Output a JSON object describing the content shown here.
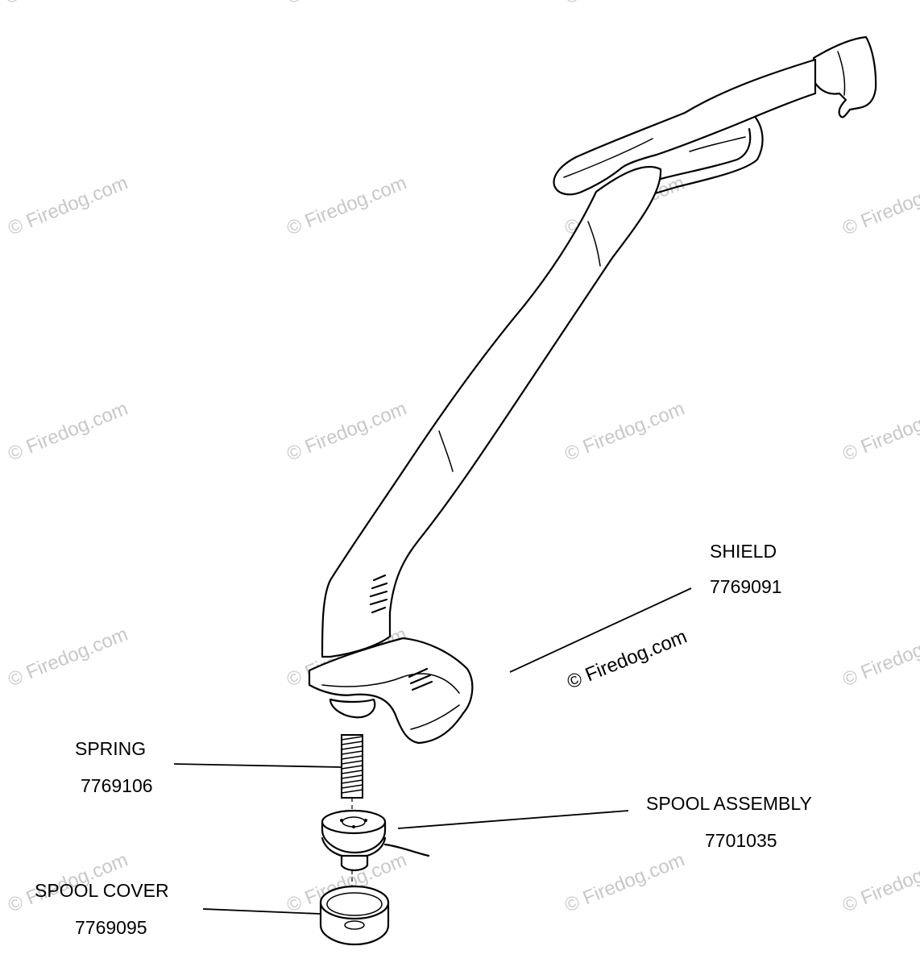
{
  "watermark": {
    "text": "© Firedog.com",
    "color": "#c8c8c8"
  },
  "main_watermark": {
    "text": "© Firedog.com"
  },
  "parts": [
    {
      "id": "shield",
      "name": "SHIELD",
      "number": "7769091"
    },
    {
      "id": "spring",
      "name": "SPRING",
      "number": "7769106"
    },
    {
      "id": "spool-assembly",
      "name": "SPOOL ASSEMBLY",
      "number": "7701035"
    },
    {
      "id": "spool-cover",
      "name": "SPOOL COVER",
      "number": "7769095"
    }
  ]
}
